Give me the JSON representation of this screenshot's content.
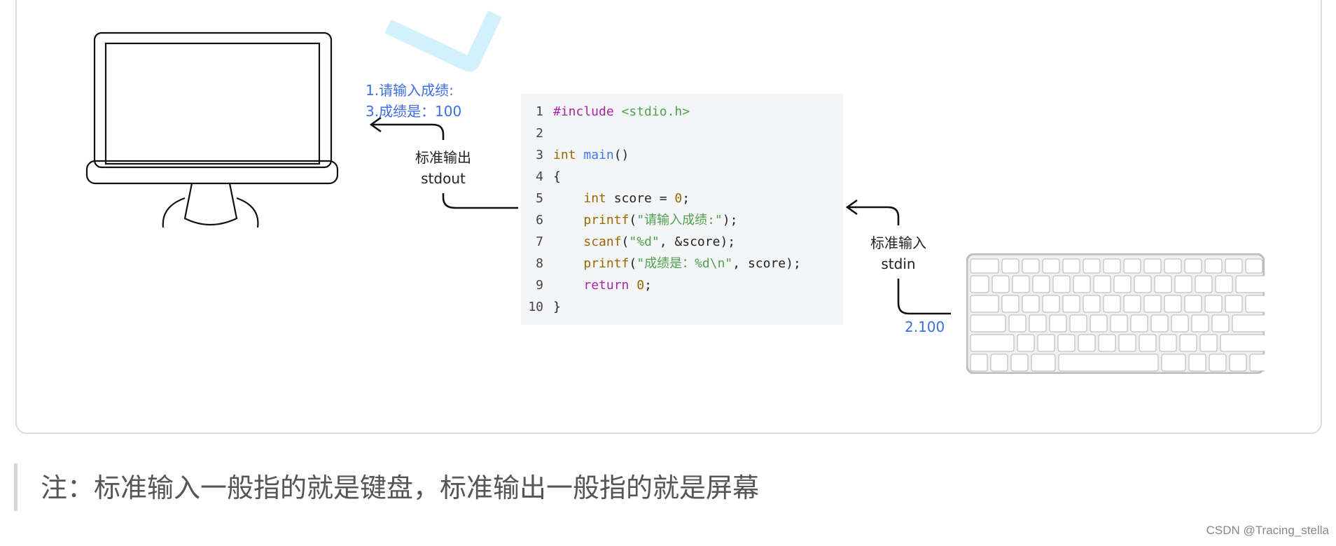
{
  "labels": {
    "stdout_cn": "标准输出",
    "stdout_en": "stdout",
    "stdin_cn": "标准输入",
    "stdin_en": "stdin",
    "output_line1": "1.请输入成绩:",
    "output_line2": "3.成绩是：100",
    "input_value": "2.100"
  },
  "code": [
    {
      "n": "1",
      "tokens": [
        {
          "t": "#include",
          "c": "t-pre"
        },
        {
          "t": " "
        },
        {
          "t": "<stdio.h>",
          "c": "t-str"
        }
      ]
    },
    {
      "n": "2",
      "tokens": []
    },
    {
      "n": "3",
      "tokens": [
        {
          "t": "int",
          "c": "t-type"
        },
        {
          "t": " "
        },
        {
          "t": "main",
          "c": "t-fn"
        },
        {
          "t": "()"
        }
      ]
    },
    {
      "n": "4",
      "tokens": [
        {
          "t": "{"
        }
      ]
    },
    {
      "n": "5",
      "tokens": [
        {
          "t": "    "
        },
        {
          "t": "int",
          "c": "t-type"
        },
        {
          "t": " score = "
        },
        {
          "t": "0",
          "c": "t-num"
        },
        {
          "t": ";"
        }
      ]
    },
    {
      "n": "6",
      "tokens": [
        {
          "t": "    "
        },
        {
          "t": "printf",
          "c": "t-type"
        },
        {
          "t": "("
        },
        {
          "t": "\"请输入成绩:\"",
          "c": "t-str"
        },
        {
          "t": ");"
        }
      ]
    },
    {
      "n": "7",
      "tokens": [
        {
          "t": "    "
        },
        {
          "t": "scanf",
          "c": "t-type"
        },
        {
          "t": "("
        },
        {
          "t": "\"%d\"",
          "c": "t-str"
        },
        {
          "t": ", &score);"
        }
      ]
    },
    {
      "n": "8",
      "tokens": [
        {
          "t": "    "
        },
        {
          "t": "printf",
          "c": "t-type"
        },
        {
          "t": "("
        },
        {
          "t": "\"成绩是：%d\\n\"",
          "c": "t-str"
        },
        {
          "t": ", score);"
        }
      ]
    },
    {
      "n": "9",
      "tokens": [
        {
          "t": "    "
        },
        {
          "t": "return",
          "c": "t-kw"
        },
        {
          "t": " "
        },
        {
          "t": "0",
          "c": "t-num"
        },
        {
          "t": ";"
        }
      ]
    },
    {
      "n": "10",
      "tokens": [
        {
          "t": "}"
        }
      ]
    }
  ],
  "note": "注：标准输入一般指的就是键盘，标准输出一般指的就是屏幕",
  "credit": "CSDN @Tracing_stella",
  "colors": {
    "accent_blue": "#3b6ee6",
    "code_bg": "#f4f5f7",
    "watermark": "#d3f1fc"
  },
  "icons": [
    "monitor-icon",
    "keyboard-icon",
    "arrow-left-icon"
  ]
}
